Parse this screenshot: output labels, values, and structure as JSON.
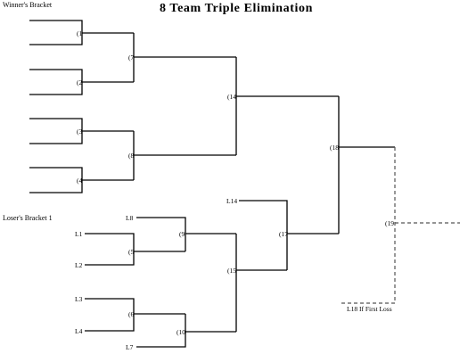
{
  "title": "8 Team Triple Elimination",
  "sections": {
    "winners": "Winner's Bracket",
    "losers": "Loser's Bracket 1"
  },
  "matches": {
    "m1": "(1",
    "m2": "(2",
    "m3": "(3",
    "m4": "(4",
    "m5": "(5",
    "m6": "(6",
    "m7": "(7",
    "m8": "(8",
    "m9": "(9",
    "m10": "(10",
    "m14": "(14",
    "m15": "(15",
    "m17": "(17",
    "m18": "(18",
    "m19": "(19"
  },
  "seeds": {
    "L8": "L8",
    "L1": "L1",
    "L2": "L2",
    "L3": "L3",
    "L4": "L4",
    "L7": "L7",
    "L14": "L14"
  },
  "notes": {
    "if_first_loss": "L18 If First Loss"
  },
  "colors": {
    "line": "#000000",
    "dashed": "#555555",
    "background": "#ffffff"
  }
}
